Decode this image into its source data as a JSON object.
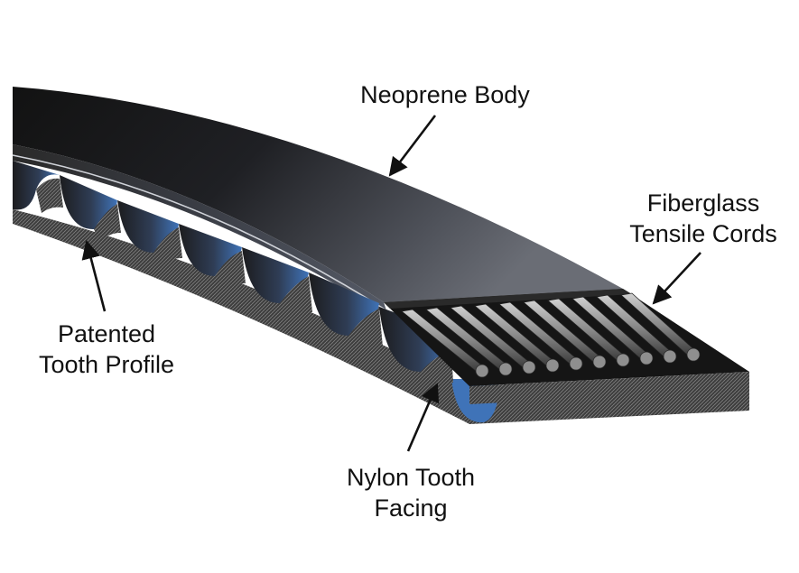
{
  "labels": {
    "neoprene_body": "Neoprene Body",
    "fiberglass_line1": "Fiberglass",
    "fiberglass_line2": "Tensile Cords",
    "patented_line1": "Patented",
    "patented_line2": "Tooth Profile",
    "nylon_line1": "Nylon Tooth",
    "nylon_line2": "Facing"
  },
  "colors": {
    "belt_dark": "#141414",
    "belt_mid": "#4a4d55",
    "belt_light": "#7d8088",
    "tooth_blue": "#3f73b8",
    "cord_gray": "#9a9a9a",
    "arrow": "#111111"
  }
}
